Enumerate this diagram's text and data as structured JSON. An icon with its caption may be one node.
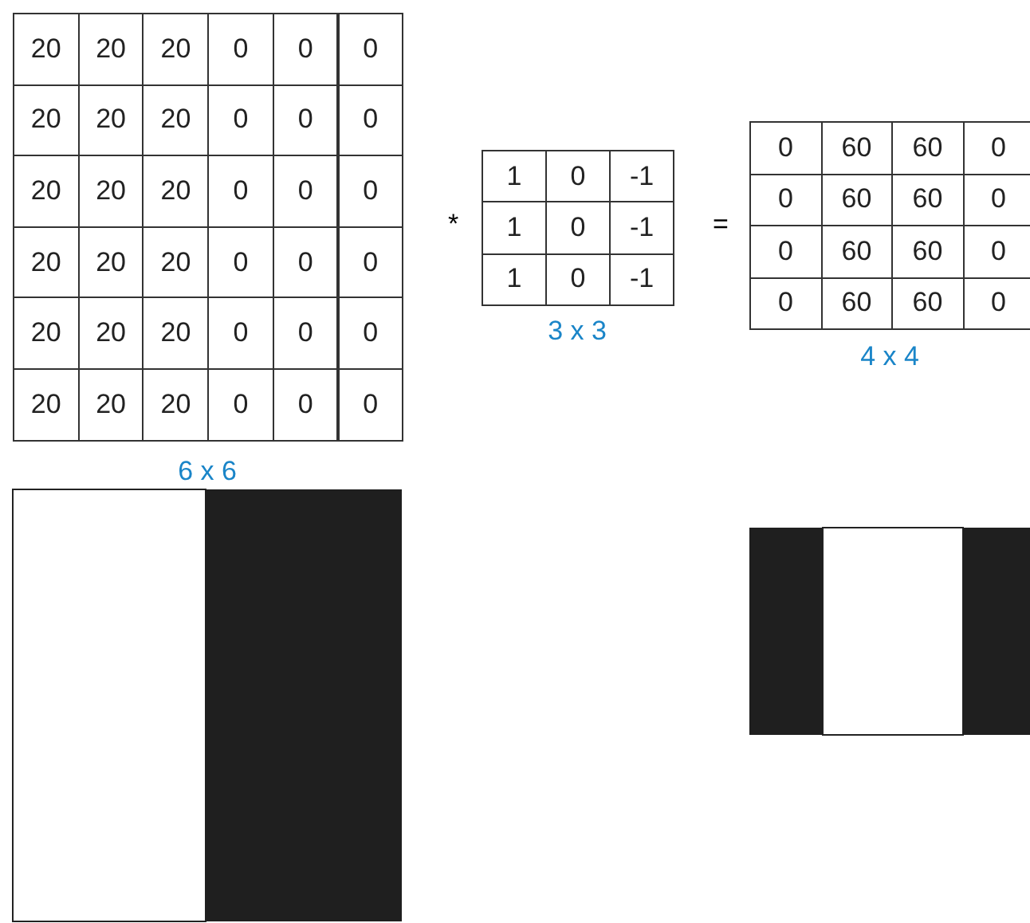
{
  "diagram": {
    "labels": [
      "20",
      "20",
      "20",
      "0",
      "0",
      "0",
      "20",
      "20",
      "20",
      "0",
      "0",
      "0",
      "20",
      "20",
      "20",
      "0",
      "0",
      "0",
      "20",
      "20",
      "20",
      "0",
      "0",
      "0",
      "20",
      "20",
      "20",
      "0",
      "0",
      "0",
      "20",
      "20",
      "20",
      "0",
      "0",
      "0",
      "*",
      "1",
      "0",
      "-1",
      "1",
      "0",
      "-1",
      "1",
      "0",
      "-1",
      "3 x 3",
      "=",
      "0",
      "60",
      "60",
      "0",
      "0",
      "60",
      "60",
      "0",
      "0",
      "60",
      "60",
      "0",
      "0",
      "60",
      "60",
      "0",
      "4 x 4",
      "6 x 6"
    ]
  }
}
